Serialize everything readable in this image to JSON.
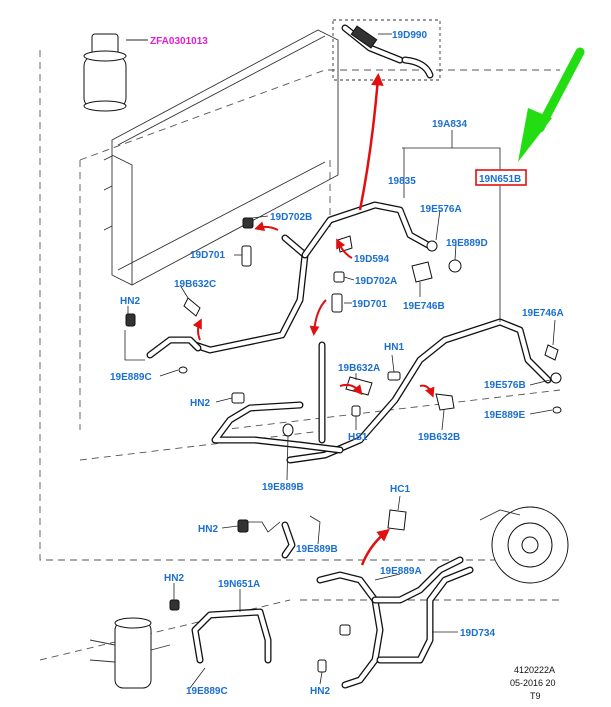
{
  "labels": {
    "zfa0301013": "ZFA0301013",
    "d990": "19D990",
    "a834": "19A834",
    "n651b_top": "19N651B",
    "c835": "19835",
    "d702b": "19D702B",
    "e576a": "19E576A",
    "d701_a": "19D701",
    "d594": "19D594",
    "e889d": "19E889D",
    "b632c": "19B632C",
    "d702a": "19D702A",
    "hn2_a": "HN2",
    "d701_b": "19D701",
    "e746b": "19E746B",
    "e746a": "19E746A",
    "hn1": "HN1",
    "b632a": "19B632A",
    "e889c_a": "19E889C",
    "e576b": "19E576B",
    "hn2_b": "HN2",
    "e889e": "19E889E",
    "hs1": "HS1",
    "b632b": "19B632B",
    "e889b_a": "19E889B",
    "hc1": "HC1",
    "hn2_c": "HN2",
    "e889b_b": "19E889B",
    "e889a": "19E889A",
    "hn2_d": "HN2",
    "n651a": "19N651A",
    "d734": "19D734",
    "e889c_b": "19E889C",
    "hn2_e": "HN2"
  },
  "footer": {
    "code": "4120222A",
    "date": "05-2016 20",
    "page": "T9"
  },
  "colors": {
    "label_blue": "#1a6fd1",
    "label_magenta": "#e020d0",
    "highlight_box": "#e01010",
    "green_arrow": "#22dd11",
    "red_arrow": "#e01010"
  }
}
